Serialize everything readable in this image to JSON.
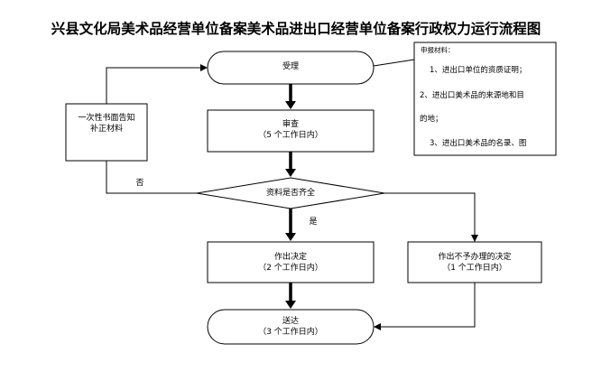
{
  "title": "兴县文化局美术品经营单位备案美术品进出口经营单位备案行政权力运行流程图",
  "nodes": {
    "accept": "受理",
    "review_title": "审查",
    "review_time": "（5 个工作日内）",
    "decision": "资料是否齐全",
    "approve_title": "作出决定",
    "approve_time": "（2 个工作日内）",
    "reject_title": "作出不予办理的决定",
    "reject_time": "（1 个工作日内）",
    "deliver_title": "送达",
    "deliver_time": "（3 个工作日内）",
    "supplement_line1": "一次性书面告知",
    "supplement_line2": "补正材料"
  },
  "edge_labels": {
    "no": "否",
    "yes": "是"
  },
  "note": {
    "heading": "申报材料：",
    "lines": [
      "1、进出口单位的资质证明；",
      "2、进出口美术品的来源地和目",
      "的地；",
      "3、进出口美术品的名录、图"
    ]
  }
}
